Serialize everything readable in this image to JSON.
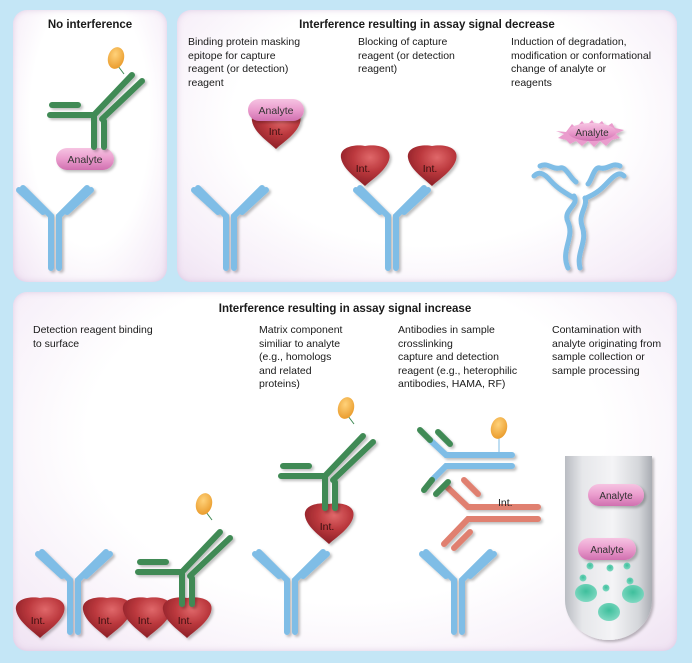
{
  "panels": {
    "no_interference": {
      "title": "No interference"
    },
    "decrease": {
      "title": "Interference resulting in assay signal decrease",
      "items": [
        {
          "label": "Binding protein masking\nepitope for capture\nreagent (or detection)\nreagent"
        },
        {
          "label": "Blocking of capture\nreagent (or detection\nreagent)"
        },
        {
          "label": "Induction of degradation,\nmodification or conformational\nchange of analyte or\nreagents"
        }
      ]
    },
    "increase": {
      "title": "Interference resulting in assay signal increase",
      "items": [
        {
          "label": "Detection reagent binding\nto surface"
        },
        {
          "label": "Matrix component\nsimiliar to analyte\n(e.g., homologs\nand related\nproteins)"
        },
        {
          "label": "Antibodies in sample\ncrosslinking\ncapture and detection\nreagent (e.g., heterophilic\nantibodies, HAMA, RF)"
        },
        {
          "label": "Contamination with\nanalyte originating from\nsample collection or\nsample processing"
        }
      ]
    }
  },
  "labels": {
    "analyte": "Analyte",
    "interferent": "Int."
  },
  "colors": {
    "background": "#c4e6f6",
    "capture_antibody": "#7fbde6",
    "detection_antibody": "#3f8a55",
    "interferent": "#b8343a",
    "heterophilic_antibody": "#e08070",
    "analyte": "#ea9ccd",
    "label_tag": "#f3b24a",
    "droplets": "#6fd0b8"
  }
}
